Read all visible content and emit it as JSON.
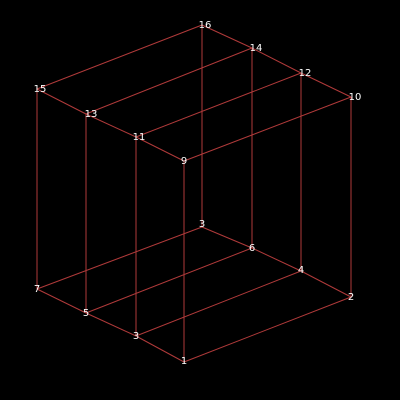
{
  "colors": {
    "background": "#000000",
    "edge": "#b03a3a",
    "label": "#ffffff"
  },
  "vertices": [
    {
      "id": "1",
      "label": "1"
    },
    {
      "id": "2",
      "label": "2"
    },
    {
      "id": "3a",
      "label": "3"
    },
    {
      "id": "3b",
      "label": "3"
    },
    {
      "id": "4",
      "label": "4"
    },
    {
      "id": "5",
      "label": "5"
    },
    {
      "id": "6",
      "label": "6"
    },
    {
      "id": "7",
      "label": "7"
    },
    {
      "id": "9",
      "label": "9"
    },
    {
      "id": "10",
      "label": "10"
    },
    {
      "id": "11",
      "label": "11"
    },
    {
      "id": "12",
      "label": "12"
    },
    {
      "id": "13",
      "label": "13"
    },
    {
      "id": "14",
      "label": "14"
    },
    {
      "id": "15",
      "label": "15"
    },
    {
      "id": "16",
      "label": "16"
    }
  ]
}
